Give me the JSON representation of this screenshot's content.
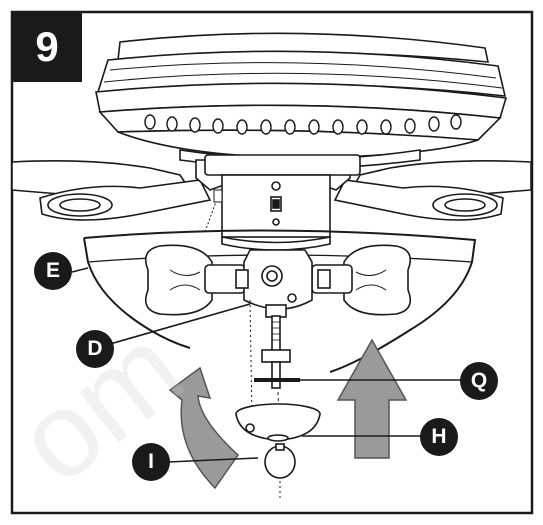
{
  "step": {
    "number": "9"
  },
  "callouts": {
    "E": "E",
    "D": "D",
    "Q": "Q",
    "H": "H",
    "I": "I"
  },
  "watermark": {
    "text": "om"
  },
  "colors": {
    "ink": "#1a1a1a",
    "arrow_fill": "#9a9a9a",
    "arrow_stroke": "#555555",
    "watermark": "#e8e8e8"
  },
  "icons": {
    "arrow_up": "up-arrow-icon",
    "arrow_curved": "curved-arrow-icon"
  }
}
